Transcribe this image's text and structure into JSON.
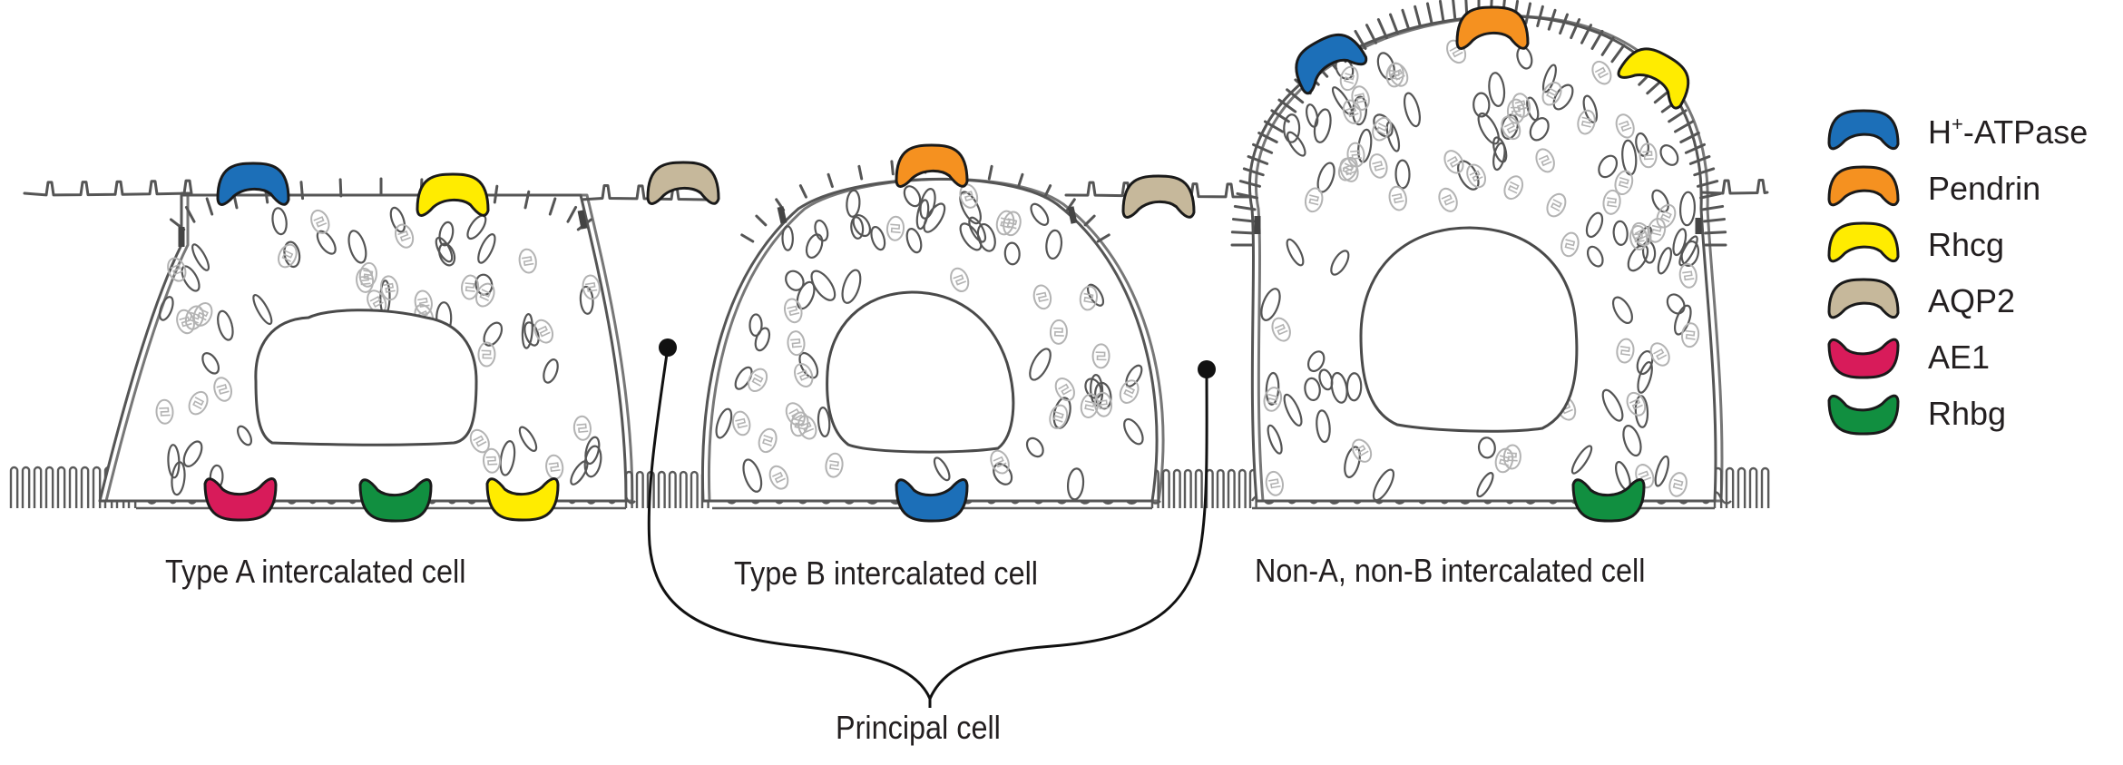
{
  "figure": {
    "cell_labels": {
      "type_a": "Type A intercalated cell",
      "type_b": "Type B intercalated cell",
      "non_a_non_b": "Non-A, non-B intercalated cell",
      "principal": "Principal cell"
    }
  },
  "legend": {
    "items": [
      {
        "key": "h_atpase",
        "label_main": "H",
        "label_sup": "+",
        "label_rest": "-ATPase",
        "color": "#1C6FB8",
        "orientation": "apical"
      },
      {
        "key": "pendrin",
        "label_main": "Pendrin",
        "label_sup": "",
        "label_rest": "",
        "color": "#F59120",
        "orientation": "apical"
      },
      {
        "key": "rhcg",
        "label_main": "Rhcg",
        "label_sup": "",
        "label_rest": "",
        "color": "#FFEC00",
        "orientation": "apical"
      },
      {
        "key": "aqp2",
        "label_main": "AQP2",
        "label_sup": "",
        "label_rest": "",
        "color": "#C6B89B",
        "orientation": "apical"
      },
      {
        "key": "ae1",
        "label_main": "AE1",
        "label_sup": "",
        "label_rest": "",
        "color": "#D81B5A",
        "orientation": "basal"
      },
      {
        "key": "rhbg",
        "label_main": "Rhbg",
        "label_sup": "",
        "label_rest": "",
        "color": "#118F40",
        "orientation": "basal"
      }
    ]
  },
  "cells": {
    "type_a": {
      "apical": [
        "h_atpase",
        "rhcg"
      ],
      "basolateral": [
        "ae1",
        "rhbg",
        "rhcg"
      ]
    },
    "type_b": {
      "apical": [
        "pendrin"
      ],
      "basolateral": [
        "h_atpase"
      ]
    },
    "non_a_non_b": {
      "apical": [
        "h_atpase",
        "pendrin",
        "rhcg"
      ],
      "basolateral": [
        "rhbg"
      ]
    },
    "principal": {
      "apical": [
        "aqp2"
      ],
      "count_shown": 2
    }
  },
  "style": {
    "membrane_color": "#555555",
    "mitochondria_color": "#B3B3B3",
    "label_color": "#231F20"
  }
}
